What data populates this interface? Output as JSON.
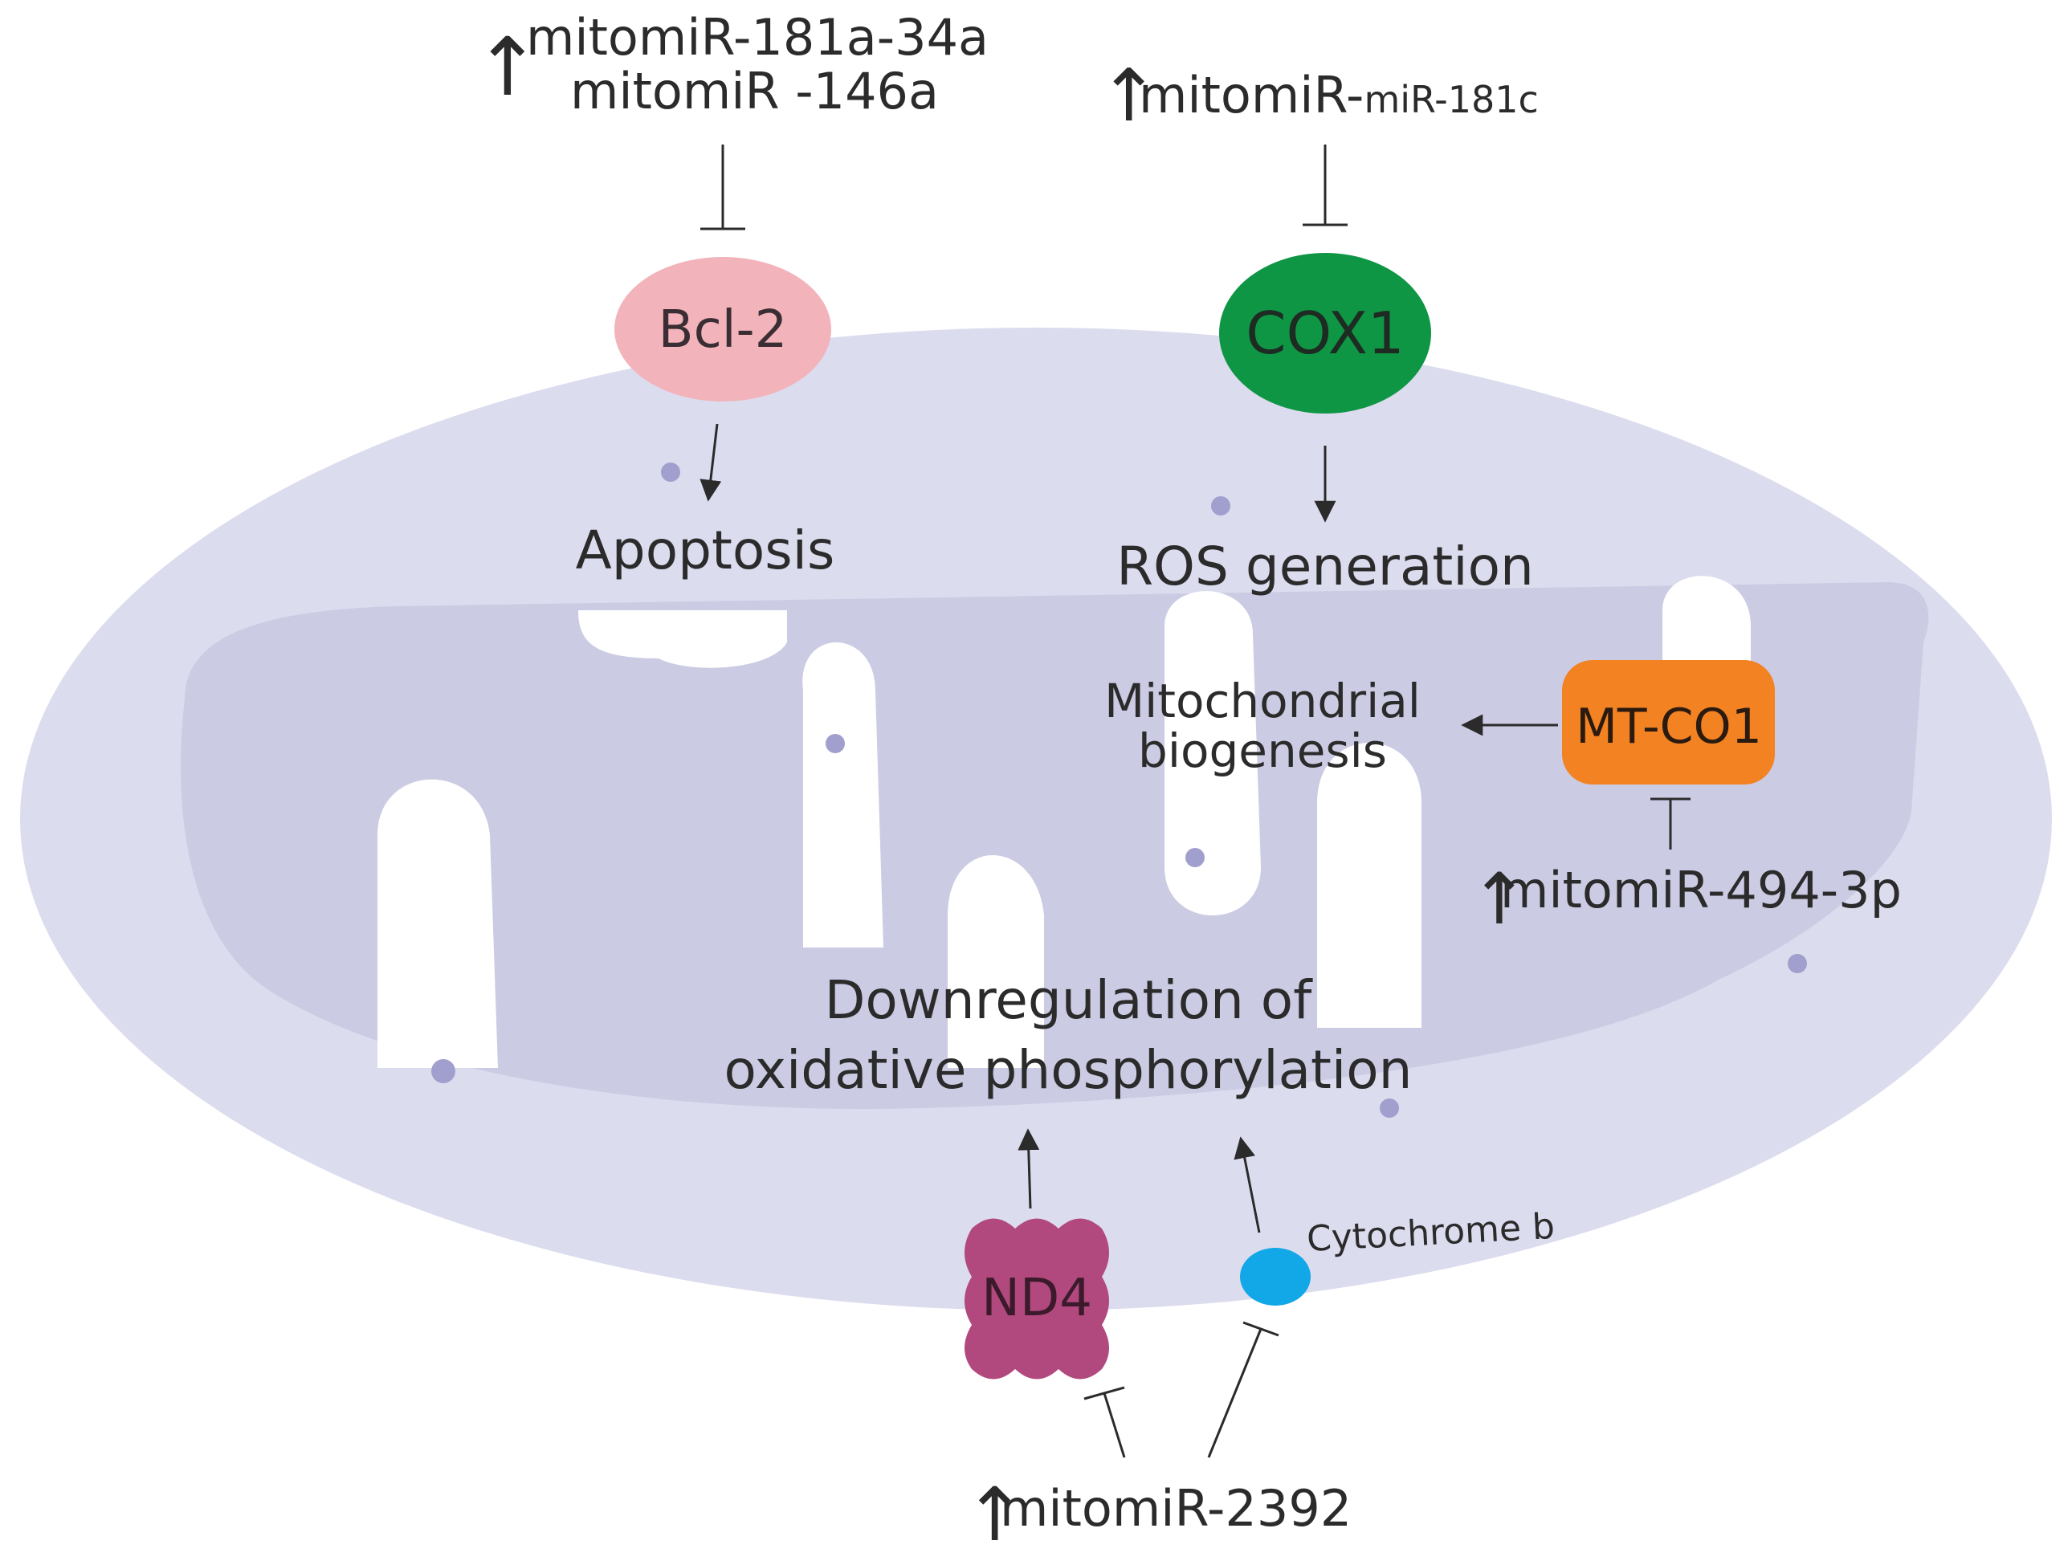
{
  "colors": {
    "outer_membrane": "#dcdcef",
    "inner_matrix": "#cbcbe4",
    "cristae_gap": "#ffffff",
    "particle": "#a19fcd",
    "bcl2": "#f2b3ba",
    "cox1": "#0f9645",
    "mtco1": "#f28222",
    "nd4": "#b1487e",
    "cytochrome_b": "#12a7e7",
    "text": "#2b2b2b"
  },
  "labels": {
    "mir_181a_34a": "mitomiR-181a-34a",
    "mir_146a": "mitomiR -146a",
    "mir_181c_prefix": "mitomiR-",
    "mir_181c_suffix": "miR-181c",
    "mir_494": "mitomiR-494-3p",
    "mir_2392": "mitomiR-2392",
    "apoptosis": "Apoptosis",
    "ros": "ROS generation",
    "biogenesis_line1": "Mitochondrial",
    "biogenesis_line2": "biogenesis",
    "oxphos_line1": "Downregulation of",
    "oxphos_line2": "oxidative phosphorylation",
    "cytochrome_b": "Cytochrome b"
  },
  "nodes": {
    "bcl2": "Bcl-2",
    "cox1": "COX1",
    "mtco1": "MT-CO1",
    "nd4": "ND4"
  },
  "icons": {
    "up_arrow": "↑"
  }
}
